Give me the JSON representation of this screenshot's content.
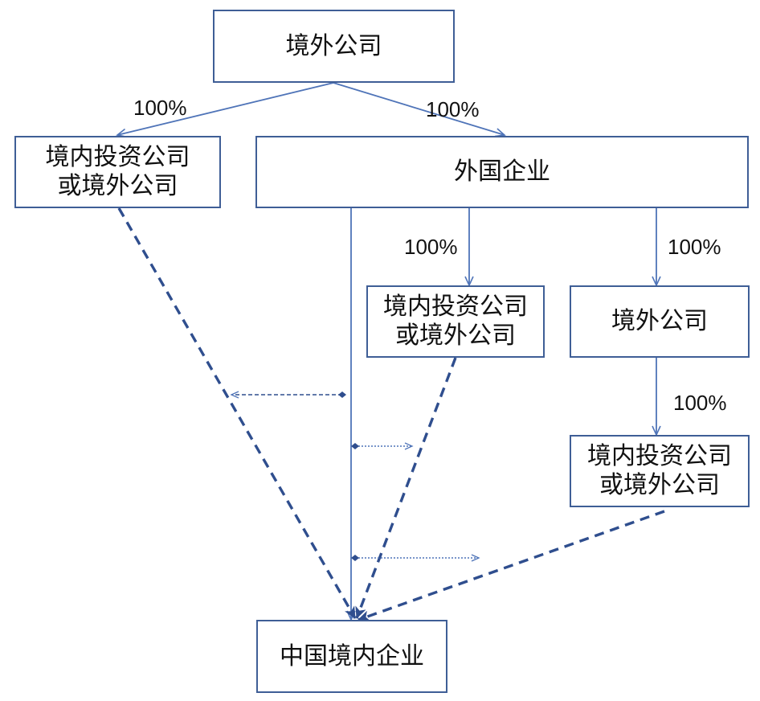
{
  "nodes": {
    "top_offshore": "境外公司",
    "left_holding": "境内投资公司\n或境外公司",
    "foreign_enterprise": "外国企业",
    "mid_holding": "境内投资公司\n或境外公司",
    "right_offshore": "境外公司",
    "right_holding": "境内投资公司\n或境外公司",
    "domestic_enterprise": "中国境内企业"
  },
  "edge_labels": {
    "top_to_left": "100%",
    "top_to_foreign": "100%",
    "foreign_to_mid": "100%",
    "foreign_to_right": "100%",
    "right_offshore_to_right_holding": "100%"
  },
  "colors": {
    "border": "#3f5e96",
    "solid_line": "#4f74b8",
    "dashed_line": "#2f4e8e"
  }
}
